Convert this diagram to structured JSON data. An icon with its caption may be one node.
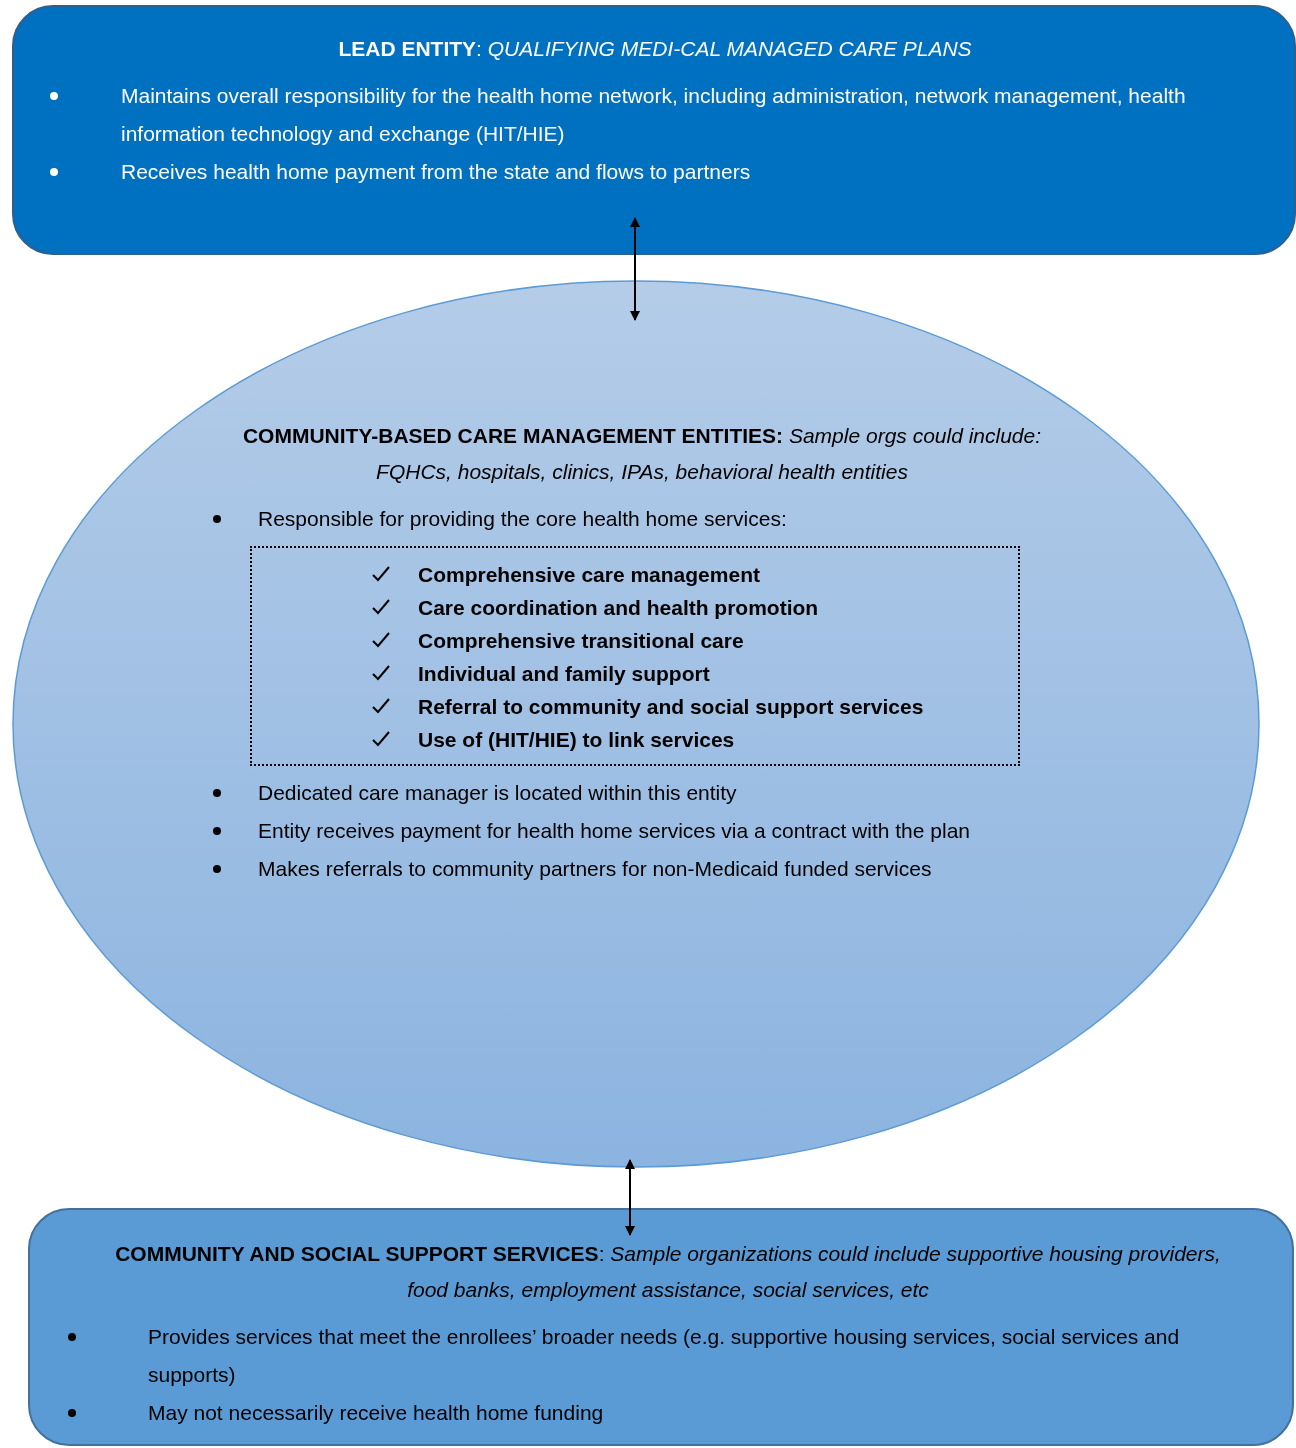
{
  "diagram": {
    "nodes": [
      {
        "text": [
          "**LEAD ENTITY**: *QUALIFYING MEDI-CAL MANAGED CARE PLANS*",
          "Maintains overall responsibility for the health home network, including administration, network management, health information technology  and exchange (HIT/HIE)",
          "Receives health home payment from the state and flows to partners"
        ]
      },
      {
        "text": [
          "**COMMUNITY-BASED CARE MANAGEMENT ENTITIES:** *Sample orgs could include: FQHCs, hospitals, clinics, IPAs, behavioral health entities*",
          "Responsible for providing the core health home services:",
          "Dedicated care manager is located within this entity",
          "Entity receives payment for health home services via a contract with the plan",
          "Makes referrals to community partners for non-Medicaid funded services"
        ]
      },
      {
        "text": [
          "Comprehensive  care management",
          "Care coordination and health promotion",
          "Comprehensive transitional care",
          "Individual and family support",
          "Referral to community and social support services",
          "Use of  (HIT/HIE) to link services"
        ],
        "in": 1
      },
      {
        "text": [
          "**COMMUNITY AND SOCIAL SUPPORT SERVICES**: *Sample organizations could include supportive housing providers, food banks, employment assistance, social services, etc*",
          "Provides services that meet the enrollees’ broader needs (e.g. supportive housing services, social services and supports)",
          "May not necessarily receive health home funding"
        ]
      }
    ],
    "edges": [
      {
        "from": 0,
        "to": 1,
        "arrow": "both"
      },
      {
        "from": 1,
        "to": 3,
        "arrow": "both"
      }
    ]
  }
}
